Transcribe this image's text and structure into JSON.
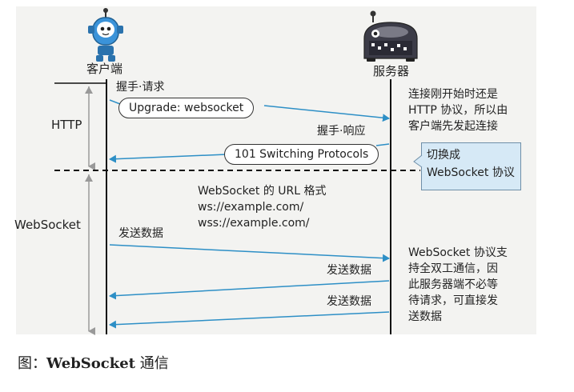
{
  "actors": {
    "client": {
      "label": "客户端",
      "icon": "robot-client-icon"
    },
    "server": {
      "label": "服务器",
      "icon": "robot-server-icon"
    }
  },
  "phases": {
    "http": "HTTP",
    "websocket": "WebSocket"
  },
  "messages": {
    "handshake_request_label": "握手·请求",
    "upgrade_bubble": "Upgrade: websocket",
    "handshake_response_label": "握手·响应",
    "switching_bubble": "101 Switching Protocols",
    "send_data_1": "发送数据",
    "send_data_2": "发送数据",
    "send_data_3": "发送数据"
  },
  "url_format": {
    "title": "WebSocket 的 URL 格式",
    "line1": "ws://example.com/",
    "line2": "wss://example.com/"
  },
  "notes": {
    "connection_start": [
      "连接刚开始时还是",
      "HTTP 协议，所以由",
      "客户端先发起连接"
    ],
    "switch": [
      "切换成",
      "WebSocket 协议"
    ],
    "full_duplex": [
      "WebSocket 协议支",
      "持全双工通信，因",
      "此服务器端不必等",
      "待请求，可直接发",
      "送数据"
    ]
  },
  "caption": {
    "prefix": "图：",
    "bold": "WebSocket",
    "suffix": " 通信"
  },
  "colors": {
    "arrow": "#2d8fc6",
    "note_fill": "#d6e9f6",
    "diagram_bg": "#f3f3f1",
    "robot_client": "#3b93d9",
    "robot_server": "#3c3c48"
  }
}
